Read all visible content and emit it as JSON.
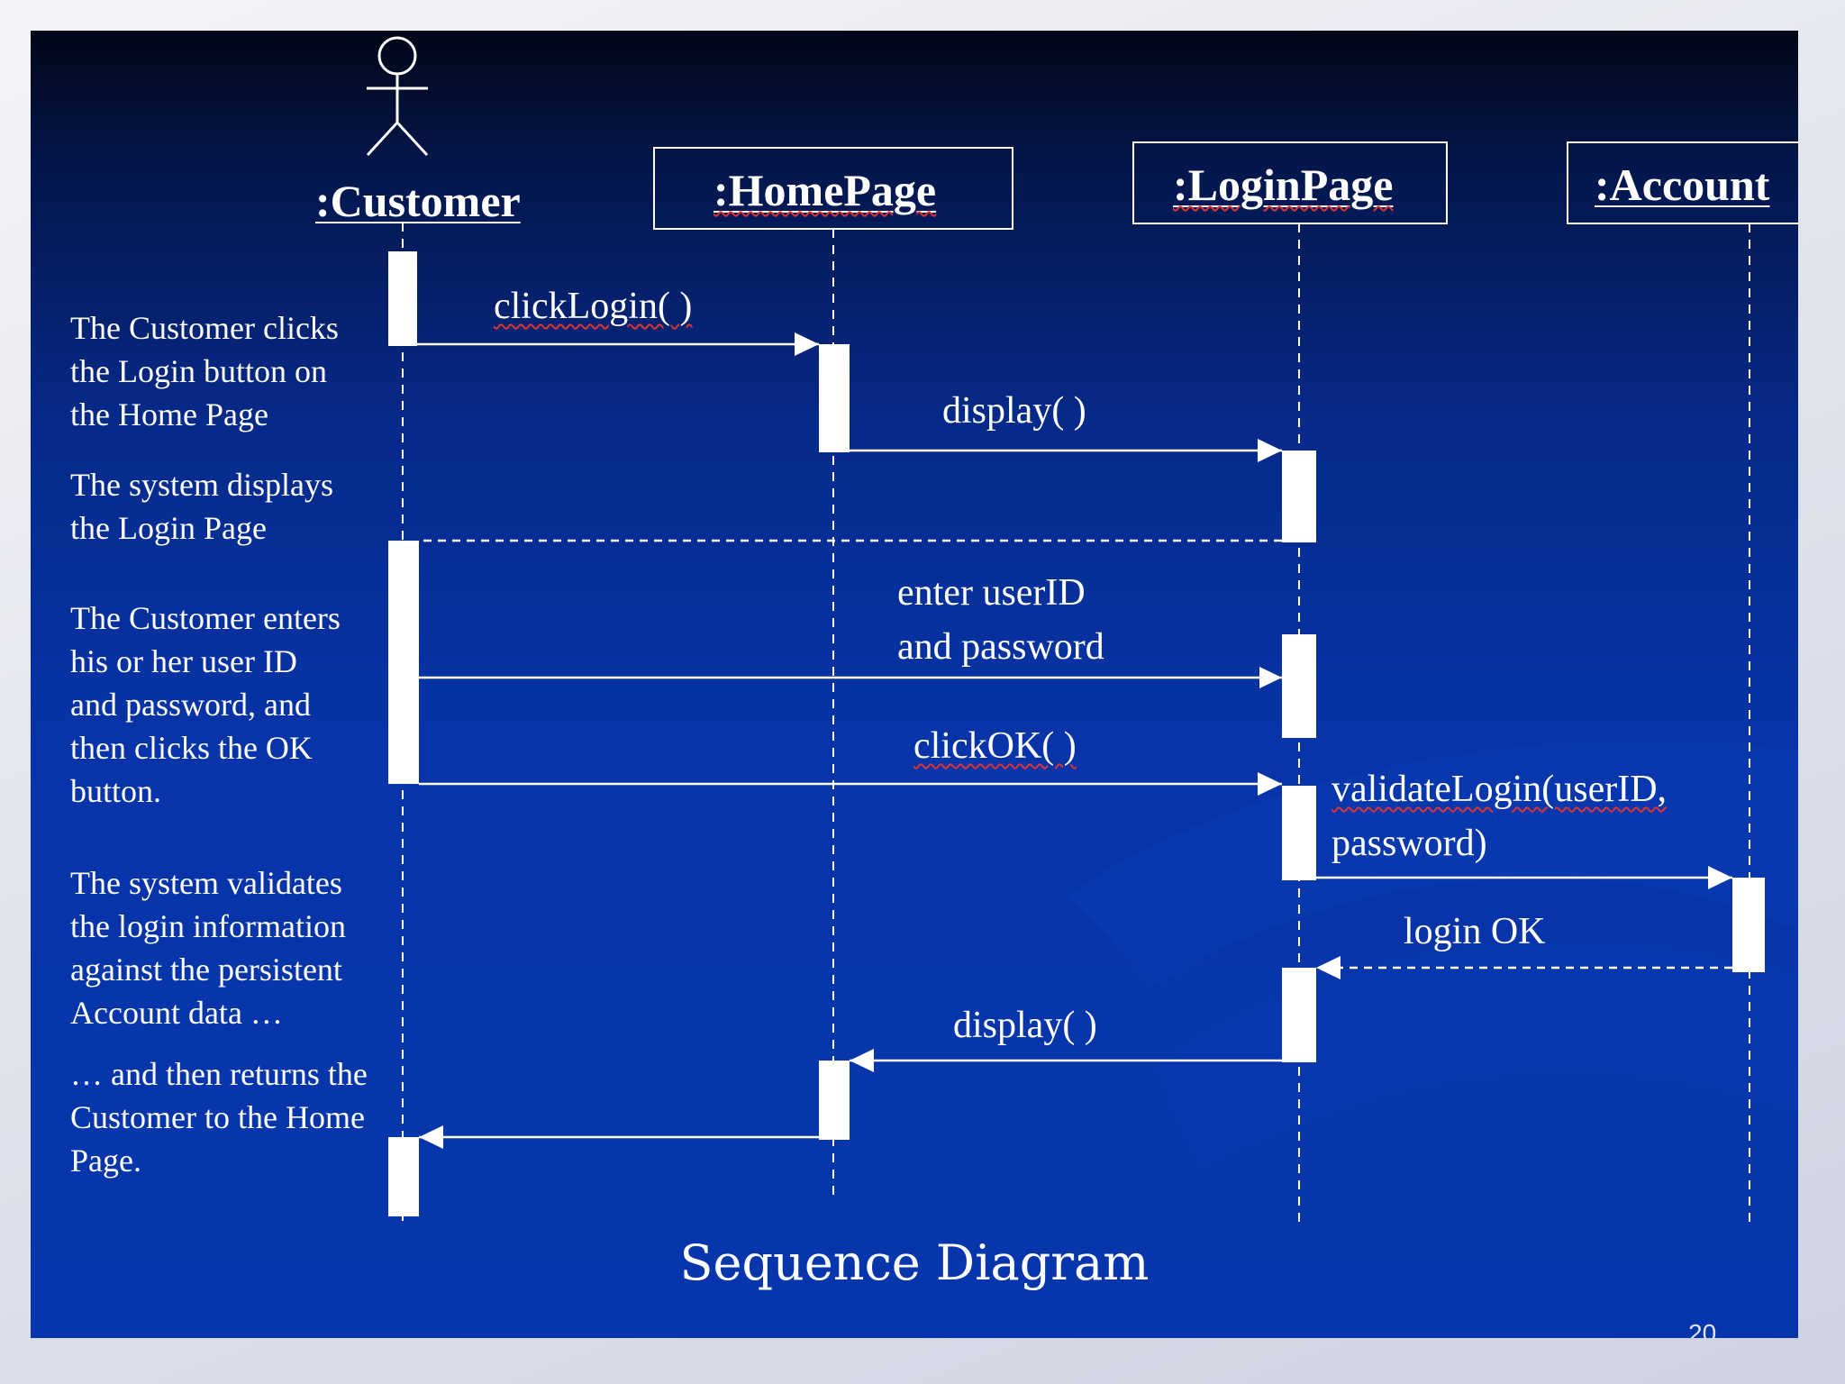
{
  "diagram": {
    "caption": "Sequence Diagram",
    "page_number": "20",
    "objects": [
      {
        "id": "customer",
        "label": ":Customer",
        "kind": "actor",
        "squiggly": false
      },
      {
        "id": "homepage",
        "label": ":HomePage",
        "kind": "box",
        "squiggly": true
      },
      {
        "id": "loginpage",
        "label": ":LoginPage",
        "kind": "box",
        "squiggly": true
      },
      {
        "id": "account",
        "label": ":Account",
        "kind": "box",
        "squiggly": false
      }
    ],
    "messages": [
      {
        "label": "clickLogin( )",
        "from": "customer",
        "to": "homepage",
        "style": "call"
      },
      {
        "label": "display( )",
        "from": "homepage",
        "to": "loginpage",
        "style": "call"
      },
      {
        "label": "",
        "from": "loginpage",
        "to": "customer",
        "style": "return"
      },
      {
        "label_lines": [
          "enter userID",
          "and password"
        ],
        "from": "customer",
        "to": "loginpage",
        "style": "call"
      },
      {
        "label": "clickOK( )",
        "from": "customer",
        "to": "loginpage",
        "style": "call"
      },
      {
        "label_lines": [
          "validateLogin(userID,",
          "password)"
        ],
        "from": "loginpage",
        "to": "account",
        "style": "call"
      },
      {
        "label": "login OK",
        "from": "account",
        "to": "loginpage",
        "style": "return"
      },
      {
        "label": "display( )",
        "from": "loginpage",
        "to": "homepage",
        "style": "call"
      },
      {
        "label": "",
        "from": "homepage",
        "to": "customer",
        "style": "call"
      }
    ],
    "notes": [
      "The Customer clicks\nthe Login button on\nthe Home Page",
      "The system displays\nthe Login Page",
      "The Customer enters\nhis or her user ID\nand password, and\nthen clicks the OK\nbutton.",
      "The system validates\nthe login information\nagainst the persistent\nAccount data …",
      "… and then returns the\nCustomer to the Home\nPage."
    ]
  }
}
